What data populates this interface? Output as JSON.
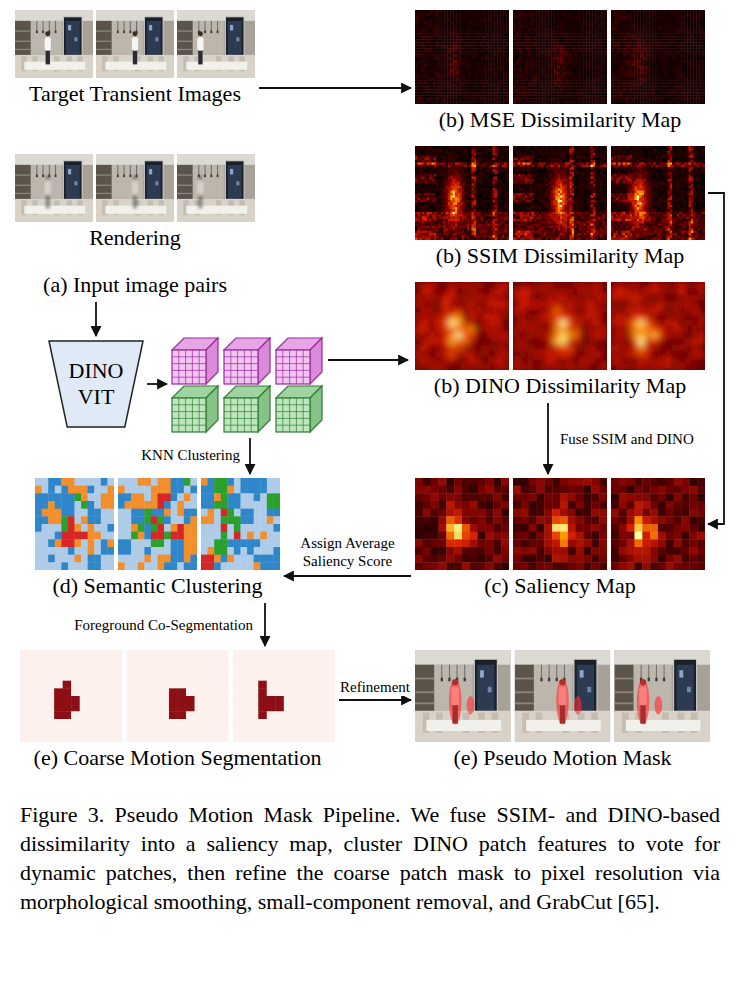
{
  "diagram": {
    "caption": "Figure 3. Pseudo Motion Mask Pipeline. We fuse SSIM- and DINO-based dissimilarity into a saliency map, cluster DINO patch features to vote for dynamic patches, then refine the coarse patch mask to pixel resolution via morphological smoothing, small-component removal, and GrabCut [65].",
    "nodes": [
      {
        "text": [
          "(a) Input image pairs"
        ]
      },
      {
        "text": [
          "Target Transient Images"
        ],
        "in": 0
      },
      {
        "text": [
          "Rendering"
        ],
        "in": 0
      },
      {
        "text": [
          "(b) MSE Dissimilarity Map"
        ]
      },
      {
        "text": [
          "(b) SSIM Dissimilarity Map"
        ]
      },
      {
        "text": [
          "(b) DINO Dissimilarity Map"
        ]
      },
      {
        "text": [
          "DINO VIT"
        ]
      },
      {
        "text": [
          "(d) Semantic Clustering"
        ]
      },
      {
        "text": [
          "(c) Saliency Map"
        ]
      },
      {
        "text": [
          "(e) Coarse Motion Segmentation"
        ]
      },
      {
        "text": [
          "(e) Pseudo Motion Mask"
        ]
      }
    ],
    "edges": [
      {
        "from": 1,
        "to": 3,
        "arrow": "to"
      },
      {
        "from": 0,
        "to": 6,
        "arrow": "to"
      },
      {
        "from": 4,
        "to": 8,
        "arrow": "to"
      },
      {
        "from": 5,
        "to": 8,
        "label": "Fuse SSIM and DINO",
        "arrow": "to"
      },
      {
        "from": 8,
        "to": 7,
        "label": "Assign Average Saliency Score",
        "arrow": "to"
      },
      {
        "from": 7,
        "to": 9,
        "label": "Foreground Co-Segmentation",
        "arrow": "to"
      },
      {
        "from": 9,
        "to": 10,
        "label": "Refinement",
        "arrow": "to"
      }
    ],
    "labels": [
      "KNN Clustering"
    ]
  }
}
